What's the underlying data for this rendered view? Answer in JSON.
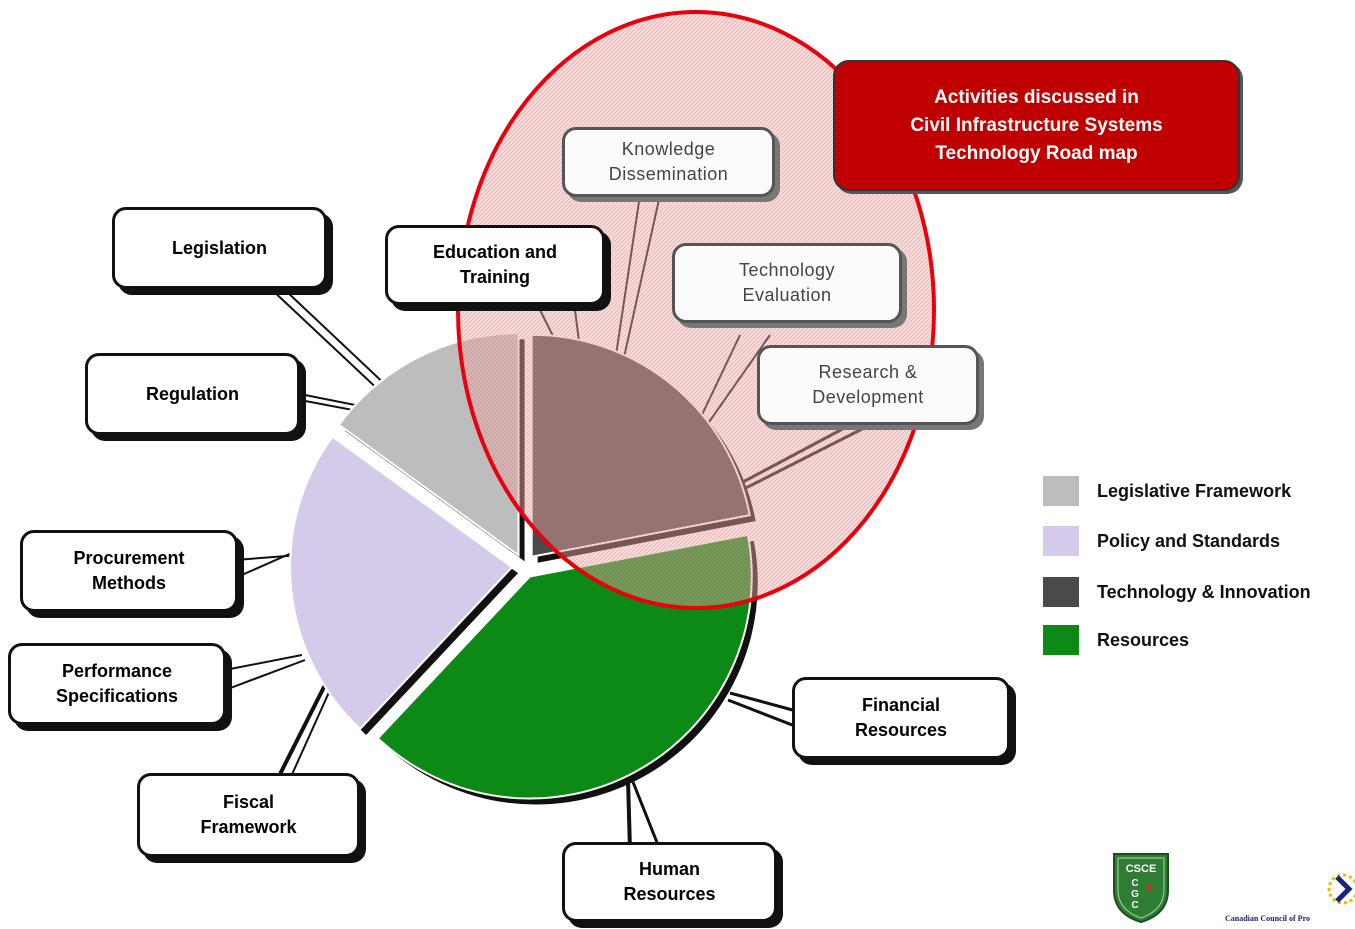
{
  "chart_data": {
    "type": "pie",
    "slices": [
      {
        "label": "Legislative Framework",
        "value": 15,
        "color": "#bdbdbd"
      },
      {
        "label": "Technology & Innovation",
        "value": 22,
        "color": "#4a4a4a"
      },
      {
        "label": "Resources",
        "value": 40,
        "color": "#0d8a16"
      },
      {
        "label": "Policy and Standards",
        "value": 23,
        "color": "#d4cbeb"
      }
    ],
    "legend": [
      {
        "label": "Legislative Framework",
        "color": "#bdbdbd"
      },
      {
        "label": "Policy and Standards",
        "color": "#d4cbeb"
      },
      {
        "label": "Technology & Innovation",
        "color": "#4a4a4a"
      },
      {
        "label": "Resources",
        "color": "#0d8a16"
      }
    ],
    "legend_placement": "right"
  },
  "bubbles": {
    "legislation": "Legislation",
    "regulation": "Regulation",
    "procurement": "Procurement\nMethods",
    "performance": "Performance\nSpecifications",
    "fiscal": "Fiscal\nFramework",
    "human": "Human\nResources",
    "financial": "Financial\nResources",
    "education": "Education and\nTraining",
    "knowledge": "Knowledge\nDissemination",
    "technology": "Technology\nEvaluation",
    "research": "Research &\nDevelopment"
  },
  "callout": "Activities discussed  in\nCivil Infrastructure Systems\nTechnology Road map",
  "highlight_color": "#e8000c",
  "logos": {
    "csce": "CSCE\nC\nG\nC",
    "ccpe": "Canadian Council of Pro"
  }
}
